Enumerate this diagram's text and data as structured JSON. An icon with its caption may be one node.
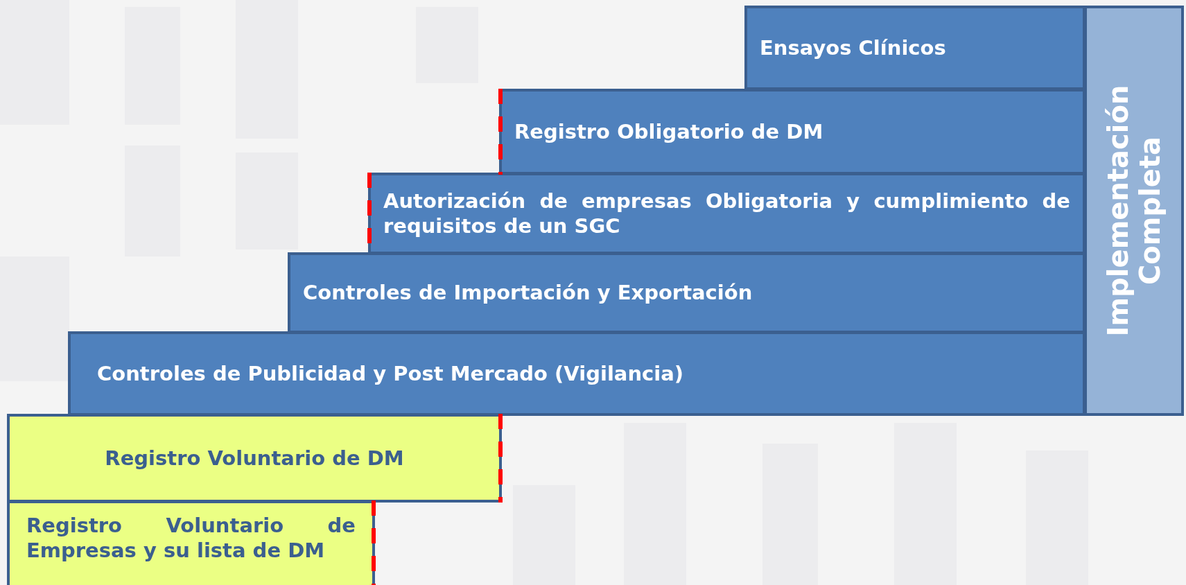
{
  "diagram": {
    "nodes": [
      {
        "text": [
          "Ensayos Clínicos"
        ]
      },
      {
        "text": [
          "Registro Obligatorio de DM"
        ]
      },
      {
        "text": [
          "Autorización de empresas Obligatoria y cumplimiento de requisitos de un SGC"
        ]
      },
      {
        "text": [
          "Controles de Importación y Exportación"
        ]
      },
      {
        "text": [
          "Controles de Publicidad y Post Mercado (Vigilancia)"
        ]
      },
      {
        "text": [
          "Implementación Completa"
        ]
      },
      {
        "text": [
          "Registro Voluntario de DM"
        ]
      },
      {
        "text": [
          "Registro Voluntario de Empresas y su lista de DM"
        ]
      }
    ],
    "edges": []
  }
}
